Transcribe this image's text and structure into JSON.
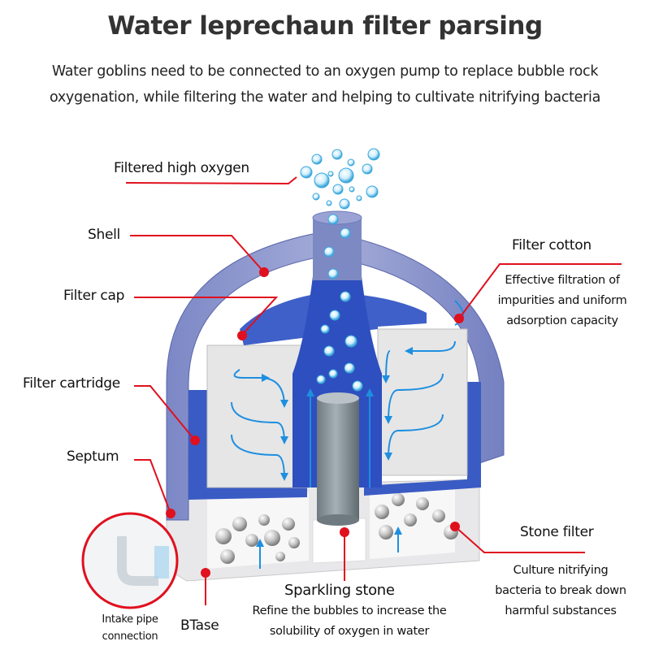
{
  "header": {
    "title": "Water leprechaun filter parsing",
    "subtitle": "Water goblins need to be connected to an oxygen pump to replace bubble rock oxygenation, while filtering the water and helping to cultivate nitrifying bacteria"
  },
  "labels": {
    "filtered_high_oxygen": "Filtered high oxygen",
    "shell": "Shell",
    "filter_cap": "Filter cap",
    "filter_cartridge": "Filter cartridge",
    "septum": "Septum",
    "filter_cotton": {
      "title": "Filter cotton",
      "description": "Effective filtration of impurities and uniform adsorption capacity"
    },
    "stone_filter": {
      "title": "Stone filter",
      "description": "Culture nitrifying bacteria to break down harmful substances"
    },
    "sparkling_stone": {
      "title": "Sparkling stone",
      "description": "Refine the bubbles to increase the solubility of oxygen in water"
    },
    "intake_pipe": "Intake pipe connection",
    "base": "BTase"
  },
  "colors": {
    "callout_red": "#e0101e",
    "shell_blue": "#8a95cc",
    "cap_blue": "#3a5bc4",
    "flow_blue": "#1e8fe0",
    "cartridge_grey": "#e4e4e4",
    "stone_grey": "#8e9aa0"
  }
}
